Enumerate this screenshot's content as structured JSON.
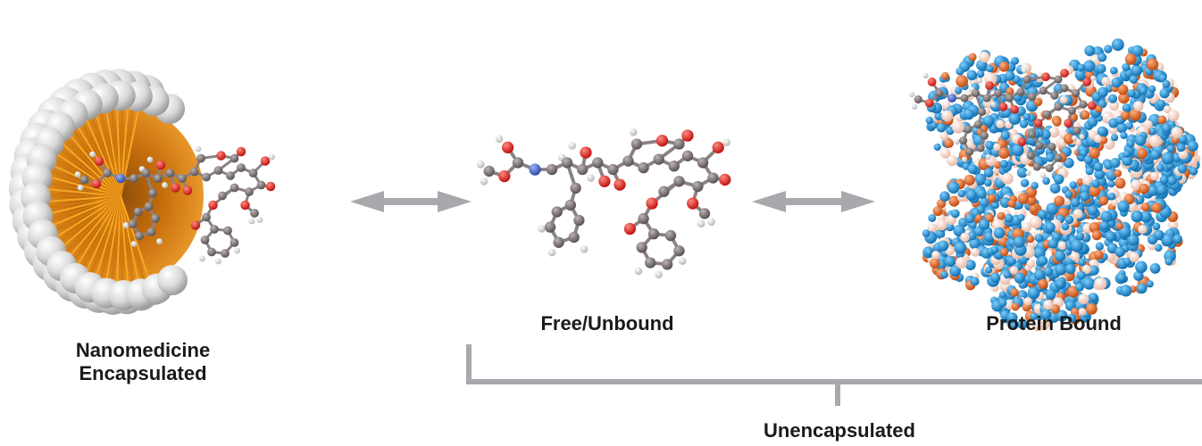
{
  "labels": {
    "nano_line1": "Nanomedicine",
    "nano_line2": "Encapsulated",
    "free": "Free/Unbound",
    "protein": "Protein Bound",
    "unencapsulated": "Unencapsulated"
  },
  "colors": {
    "text": "#1a1a1a",
    "arrow": "#a7a9ac",
    "bracket": "#a7a9ac",
    "carbon": "#7a7272",
    "oxygen": "#e0201b",
    "nitrogen": "#3f63c8",
    "hydrogen": "#e6e6e6",
    "lipid_head": "#d8d8d8",
    "lipid_tail": "#e8900f",
    "protein_blue": "#1a8fd0",
    "protein_orange": "#e0662a",
    "protein_light": "#f2c6b4"
  },
  "icons": [
    "double-arrow-icon",
    "molecule-icon",
    "micelle-icon",
    "protein-icon"
  ]
}
